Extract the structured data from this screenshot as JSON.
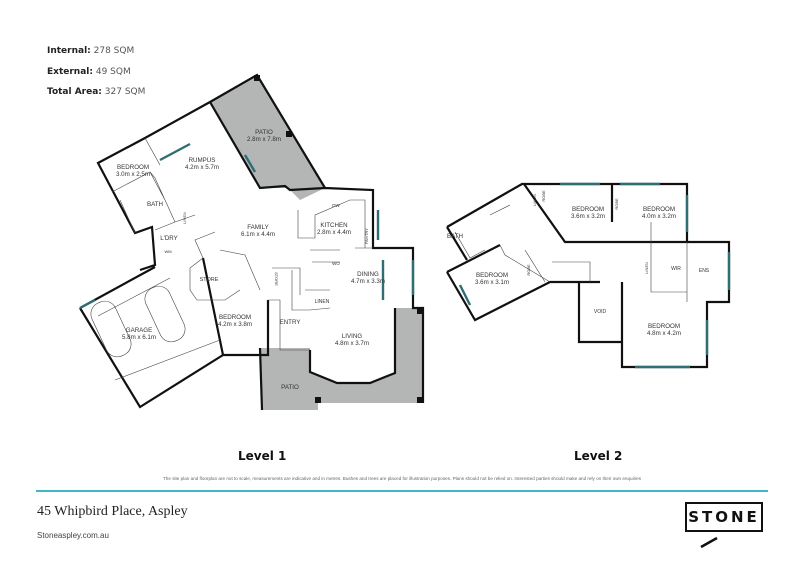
{
  "areas": [
    {
      "label": "Internal:",
      "value": "278 SQM"
    },
    {
      "label": "External:",
      "value": "49 SQM"
    },
    {
      "label": "Total Area:",
      "value": "327 SQM"
    }
  ],
  "level1": {
    "title": "Level 1",
    "rooms": {
      "patio_top": {
        "name": "PATIO",
        "size": "2.8m x 7.8m"
      },
      "rumpus": {
        "name": "RUMPUS",
        "size": "4.2m x 5.7m"
      },
      "bedroom1": {
        "name": "BEDROOM",
        "size": "3.0m x 2.5m"
      },
      "bath": {
        "name": "BATH"
      },
      "linen1": {
        "name": "LINEN"
      },
      "laundry": {
        "name": "L'DRY"
      },
      "wm": {
        "name": "WM"
      },
      "family": {
        "name": "FAMILY",
        "size": "6.1m x 4.4m"
      },
      "kitchen": {
        "name": "KITCHEN",
        "size": "2.8m x 4.4m"
      },
      "dw": {
        "name": "DW"
      },
      "pantry": {
        "name": "PANTRY"
      },
      "wo": {
        "name": "WO"
      },
      "dining": {
        "name": "DINING",
        "size": "4.7m x 3.3m"
      },
      "store1": {
        "name": "STORE"
      },
      "store2": {
        "name": "STORE"
      },
      "linen2": {
        "name": "LINEN"
      },
      "garage": {
        "name": "GARAGE",
        "size": "5.8m x 6.1m"
      },
      "bedroom2": {
        "name": "BEDROOM",
        "size": "4.2m x 3.8m"
      },
      "entry": {
        "name": "ENTRY"
      },
      "living": {
        "name": "LIVING",
        "size": "4.8m x 3.7m"
      },
      "patio_bottom": {
        "name": "PATIO"
      }
    }
  },
  "level2": {
    "title": "Level 2",
    "rooms": {
      "bath": {
        "name": "BATH"
      },
      "linen1": {
        "name": "LINEN"
      },
      "robe1": {
        "name": "ROBE"
      },
      "bedroom_a": {
        "name": "BEDROOM",
        "size": "3.6m x 3.2m"
      },
      "robe2": {
        "name": "ROBE"
      },
      "bedroom_b": {
        "name": "BEDROOM",
        "size": "4.0m x 3.2m"
      },
      "bedroom_c": {
        "name": "BEDROOM",
        "size": "3.6m x 3.1m"
      },
      "robe3": {
        "name": "ROBE"
      },
      "linen2": {
        "name": "LINEN"
      },
      "wir": {
        "name": "WIR"
      },
      "ens": {
        "name": "ENS"
      },
      "void": {
        "name": "VOID"
      },
      "bedroom_master": {
        "name": "BEDROOM",
        "size": "4.8m x 4.2m"
      }
    }
  },
  "disclaimer": "The site plan and floorplan are not to scale, measurements are indicative and in metres. Bushes and trees are placed for illustration purposes. Plans should not be relied on. Interested parties should make and rely on their own enquiries",
  "footer": {
    "address": "45 Whipbird Place, Aspley",
    "website": "Stoneaspley.com.au",
    "logo_text": "STONE"
  },
  "colors": {
    "accent_rule": "#3fb8c6",
    "patio_fill": "#b3b6b5",
    "window": "#2f6f73"
  }
}
